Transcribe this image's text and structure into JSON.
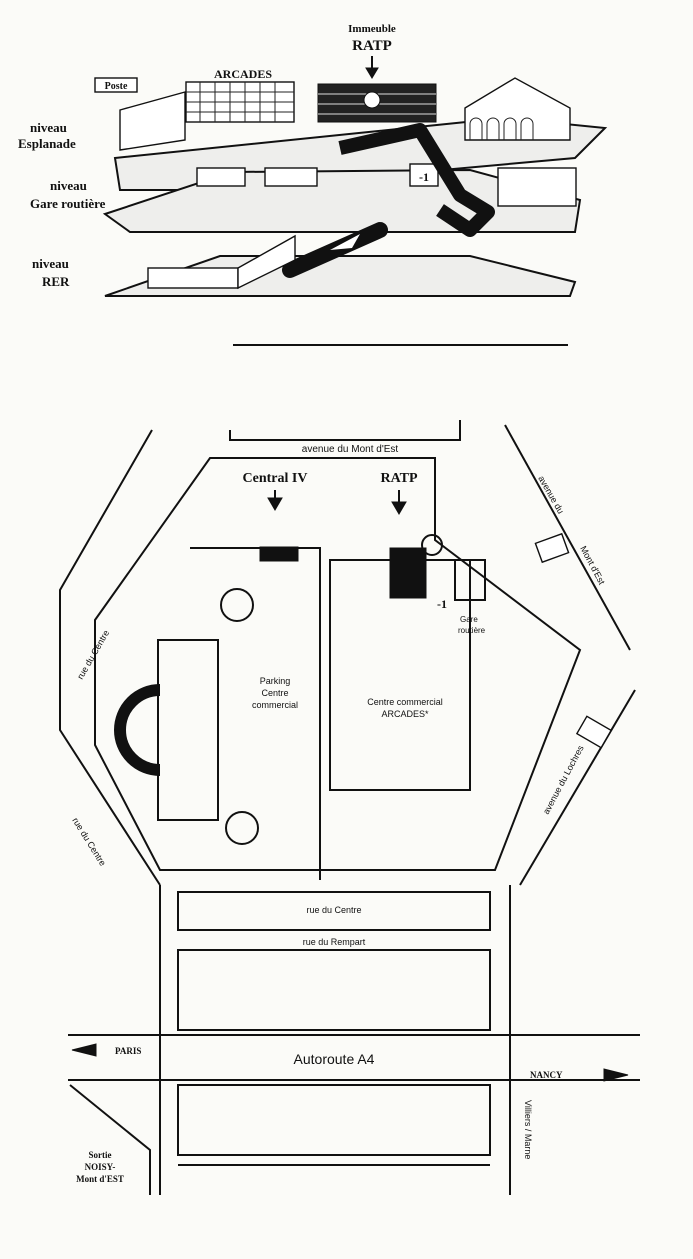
{
  "diagram": {
    "immeuble_label_1": "Immeuble",
    "immeuble_label_2": "RATP",
    "poste_label": "Poste",
    "arcades_label": "ARCADES",
    "levels": [
      {
        "line1": "niveau",
        "line2": "Esplanade"
      },
      {
        "line1": "niveau",
        "line2": "Gare routière"
      },
      {
        "line1": "niveau",
        "line2": "RER"
      }
    ],
    "minus_one": "-1"
  },
  "map": {
    "street_top": "avenue du Mont d'Est",
    "street_right_1": "avenue du",
    "street_right_2": "Mont d'Est",
    "street_lochres": "avenue du Lochres",
    "central_label": "Central IV",
    "ratp_label": "RATP",
    "gare_1": "Gare",
    "gare_2": "routière",
    "minus_one": "-1",
    "parking_1": "Parking",
    "parking_2": "Centre",
    "parking_3": "commercial",
    "centre_1": "Centre commercial",
    "centre_2": "ARCADES*",
    "rue_centre_left": "rue du Centre",
    "rue_centre_left2": "rue du Centre",
    "rue_centre_bottom": "rue du Centre",
    "rue_rempart": "rue du Rempart",
    "autoroute": "Autoroute A4",
    "paris": "PARIS",
    "nancy": "NANCY",
    "villiers": "Villiers / Marne",
    "sortie_1": "Sortie",
    "sortie_2": "NOISY-",
    "sortie_3": "Mont d'EST"
  }
}
